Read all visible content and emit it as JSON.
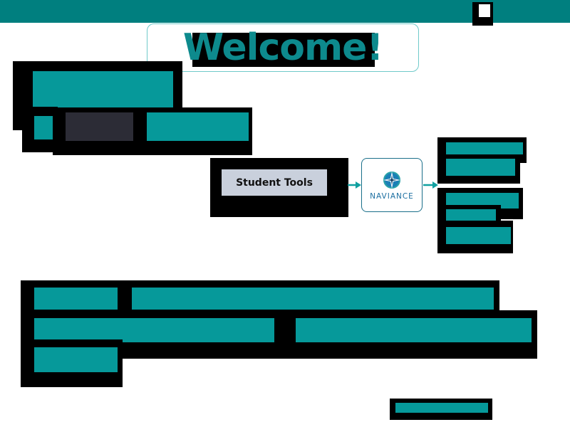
{
  "welcome": {
    "title": "Welcome!"
  },
  "flow": {
    "student_tools_label": "Student Tools",
    "naviance_label": "NAVIANCE"
  },
  "colors": {
    "topbar": "#007f7f",
    "teal": "#06999a",
    "title_text": "#0d8a8d",
    "tools_button": "#c9d0dc",
    "naviance_blue": "#1b6ea0"
  },
  "icons": {
    "naviance_logo": "compass-star-icon",
    "arrow_to_naviance": "arrow-right-icon",
    "arrow_from_naviance": "arrow-right-icon"
  }
}
